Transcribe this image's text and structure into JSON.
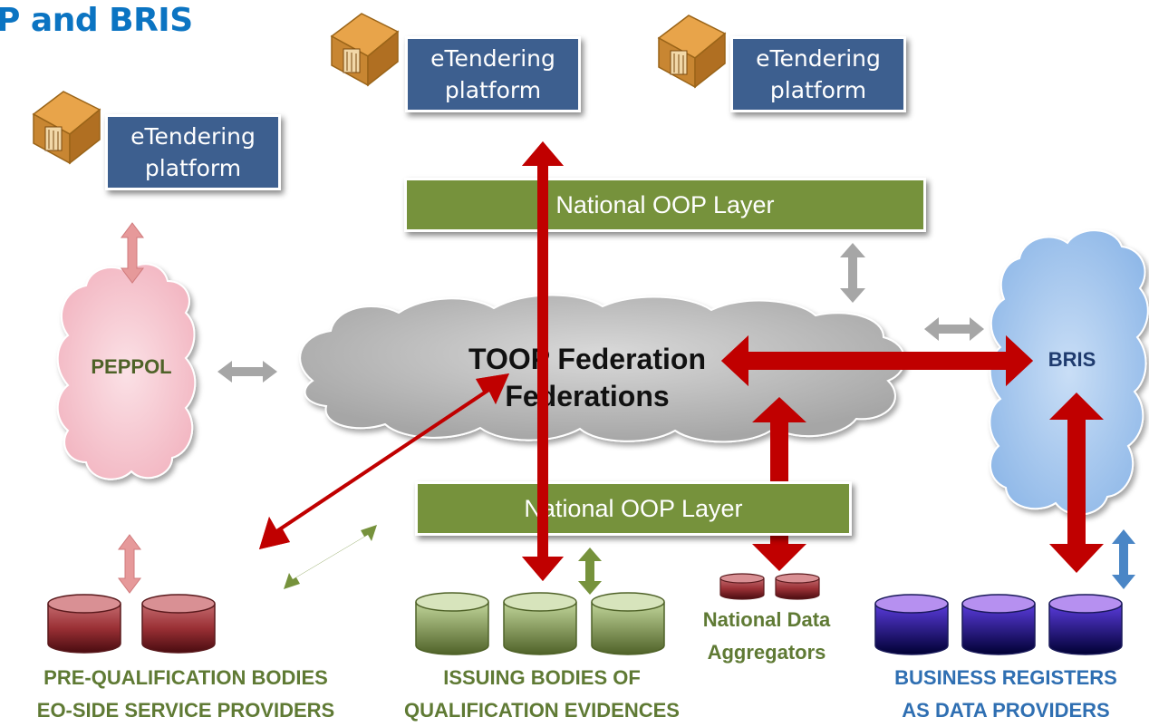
{
  "header": {
    "title": "P and BRIS"
  },
  "platforms": [
    {
      "label": "eTendering\nplatform"
    },
    {
      "label": "eTendering\nplatform"
    },
    {
      "label": "eTendering\nplatform"
    }
  ],
  "layers": {
    "top": "National OOP Layer",
    "bottom": "National OOP Layer"
  },
  "clouds": {
    "peppol": "PEPPOL",
    "toop_line1": "TOOP Federation",
    "toop_line2": "Federations",
    "bris": "BRIS"
  },
  "groups": {
    "prequal": "PRE-QUALIFICATION BODIES\nEO-SIDE SERVICE PROVIDERS",
    "issuing": "ISSUING BODIES OF\nQUALIFICATION EVIDENCES",
    "aggregators": "National Data\nAggregators",
    "registers": "BUSINESS REGISTERS\nAS DATA PROVIDERS"
  },
  "colors": {
    "title": "#0b74c2",
    "platform": "#3d5f8f",
    "layer": "#76923c",
    "arrow_main": "#c00000",
    "arrow_green": "#76923c",
    "arrow_grey": "#a6a6a6",
    "arrow_pink": "#e6999a",
    "arrow_blue": "#4a86c6",
    "peppol_cloud": "#f4c0c8",
    "bris_cloud": "#a9cbf0",
    "toop_cloud": "#bfbfbf"
  }
}
